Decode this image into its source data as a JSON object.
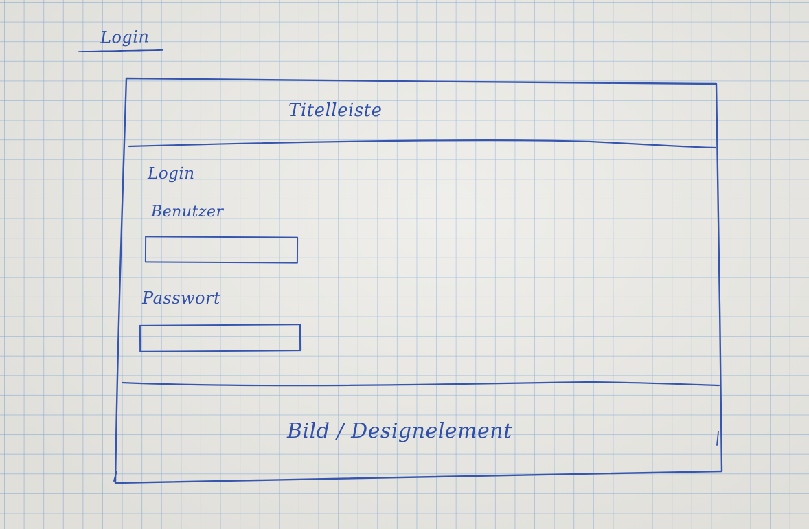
{
  "sketch": {
    "page_title": "Login",
    "window": {
      "title_bar_label": "Titelleiste",
      "login_heading": "Login",
      "username_label": "Benutzer",
      "password_label": "Passwort",
      "footer_label": "Bild / Designelement"
    }
  },
  "colors": {
    "ink": "#2f4fa8",
    "paper": "#ecebe6",
    "grid": "#87afdc"
  }
}
